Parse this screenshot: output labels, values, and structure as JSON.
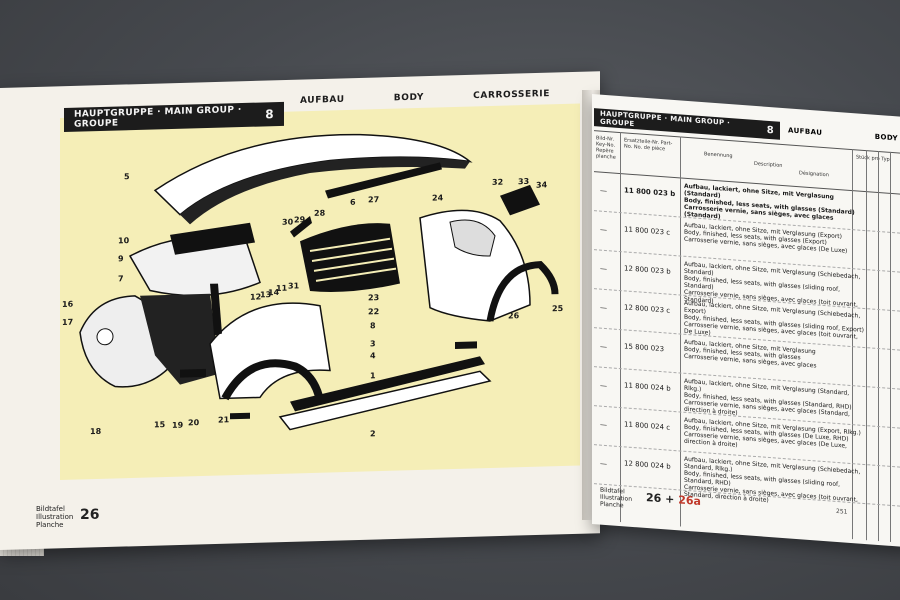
{
  "left_page": {
    "header": {
      "group_label": "HAUPTGRUPPE · MAIN GROUP · GROUPE",
      "group_number": "8",
      "title_de": "AUFBAU",
      "title_en": "BODY",
      "title_fr": "CARROSSERIE"
    },
    "part_numbers": [
      "1",
      "2",
      "3",
      "4",
      "5",
      "6",
      "7",
      "8",
      "9",
      "10",
      "11",
      "12",
      "13",
      "14",
      "15",
      "16",
      "17",
      "18",
      "19",
      "20",
      "21",
      "22",
      "23",
      "24",
      "25",
      "26",
      "27",
      "28",
      "29",
      "30",
      "31",
      "32",
      "33",
      "34"
    ],
    "footer": {
      "line1": "Bildtafel",
      "line2": "Illustration",
      "line3": "Planche",
      "number": "26"
    }
  },
  "right_page": {
    "header": {
      "group_label": "HAUPTGRUPPE · MAIN GROUP · GROUPE",
      "group_number": "8",
      "title_de": "AUFBAU",
      "title_en": "BODY"
    },
    "column_heads": {
      "ref": "Bild-Nr. Key-No. Repère planche",
      "part": "Ersatzteile-Nr. Part-No. No. de pièce",
      "desc_de": "Benennung",
      "desc_en": "Description",
      "desc_fr": "Désignation",
      "qty": "Stück pro Typ"
    },
    "rows": [
      {
        "ref": "—",
        "part": "11 800 023 b",
        "bold": true,
        "desc": [
          "Aufbau, lackiert, ohne Sitze, mit Verglasung (Standard)",
          "Body, finished, less seats, with glasses (Standard)",
          "Carrosserie vernie, sans sièges, avec glaces (Standard)"
        ]
      },
      {
        "ref": "—",
        "part": "11 800 023 c",
        "bold": false,
        "desc": [
          "Aufbau, lackiert, ohne Sitze, mit Verglasung (Export)",
          "Body, finished, less seats, with glasses (Export)",
          "Carrosserie vernie, sans sièges, avec glaces (De Luxe)"
        ]
      },
      {
        "ref": "—",
        "part": "12 800 023 b",
        "bold": false,
        "desc": [
          "Aufbau, lackiert, ohne Sitze, mit Verglasung (Schiebedach, Standard)",
          "Body, finished, less seats, with glasses (sliding roof, Standard)",
          "Carrosserie vernie, sans sièges, avec glaces (toit ouvrant, Standard)"
        ]
      },
      {
        "ref": "—",
        "part": "12 800 023 c",
        "bold": false,
        "desc": [
          "Aufbau, lackiert, ohne Sitze, mit Verglasung (Schiebedach, Export)",
          "Body, finished, less seats, with glasses (sliding roof, Export)",
          "Carrosserie vernie, sans sièges, avec glaces (toit ouvrant, De Luxe)"
        ]
      },
      {
        "ref": "—",
        "part": "15 800 023",
        "bold": false,
        "desc": [
          "Aufbau, lackiert, ohne Sitze, mit Verglasung",
          "Body, finished, less seats, with glasses",
          "Carrosserie vernie, sans sièges, avec glaces"
        ]
      },
      {
        "ref": "—",
        "part": "11 800 024 b",
        "bold": false,
        "desc": [
          "Aufbau, lackiert, ohne Sitze, mit Verglasung (Standard, Rlkg.)",
          "Body, finished, less seats, with glasses (Standard, RHD)",
          "Carrosserie vernie, sans sièges, avec glaces (Standard, direction à droite)"
        ]
      },
      {
        "ref": "—",
        "part": "11 800 024 c",
        "bold": false,
        "desc": [
          "Aufbau, lackiert, ohne Sitze, mit Verglasung (Export, Rlkg.)",
          "Body, finished, less seats, with glasses (De Luxe, RHD)",
          "Carrosserie vernie, sans sièges, avec glaces (De Luxe, direction à droite)"
        ]
      },
      {
        "ref": "—",
        "part": "12 800 024 b",
        "bold": false,
        "desc": [
          "Aufbau, lackiert, ohne Sitze, mit Verglasung (Schiebedach, Standard, Rlkg.)",
          "Body, finished, less seats, with glasses (sliding roof, Standard, RHD)",
          "Carrosserie vernie, sans sièges, avec glaces (toit ouvrant, Standard, direction à droite)"
        ]
      }
    ],
    "footer": {
      "line1": "Bildtafel",
      "line2": "Illustration",
      "line3": "Planche",
      "num1": "26",
      "plus": "+",
      "num2": "26a",
      "page_no": "251"
    }
  },
  "colors": {
    "panel_yellow": "#f5eeb7",
    "header_black": "#1c1c1c",
    "accent_red": "#c0392b"
  }
}
